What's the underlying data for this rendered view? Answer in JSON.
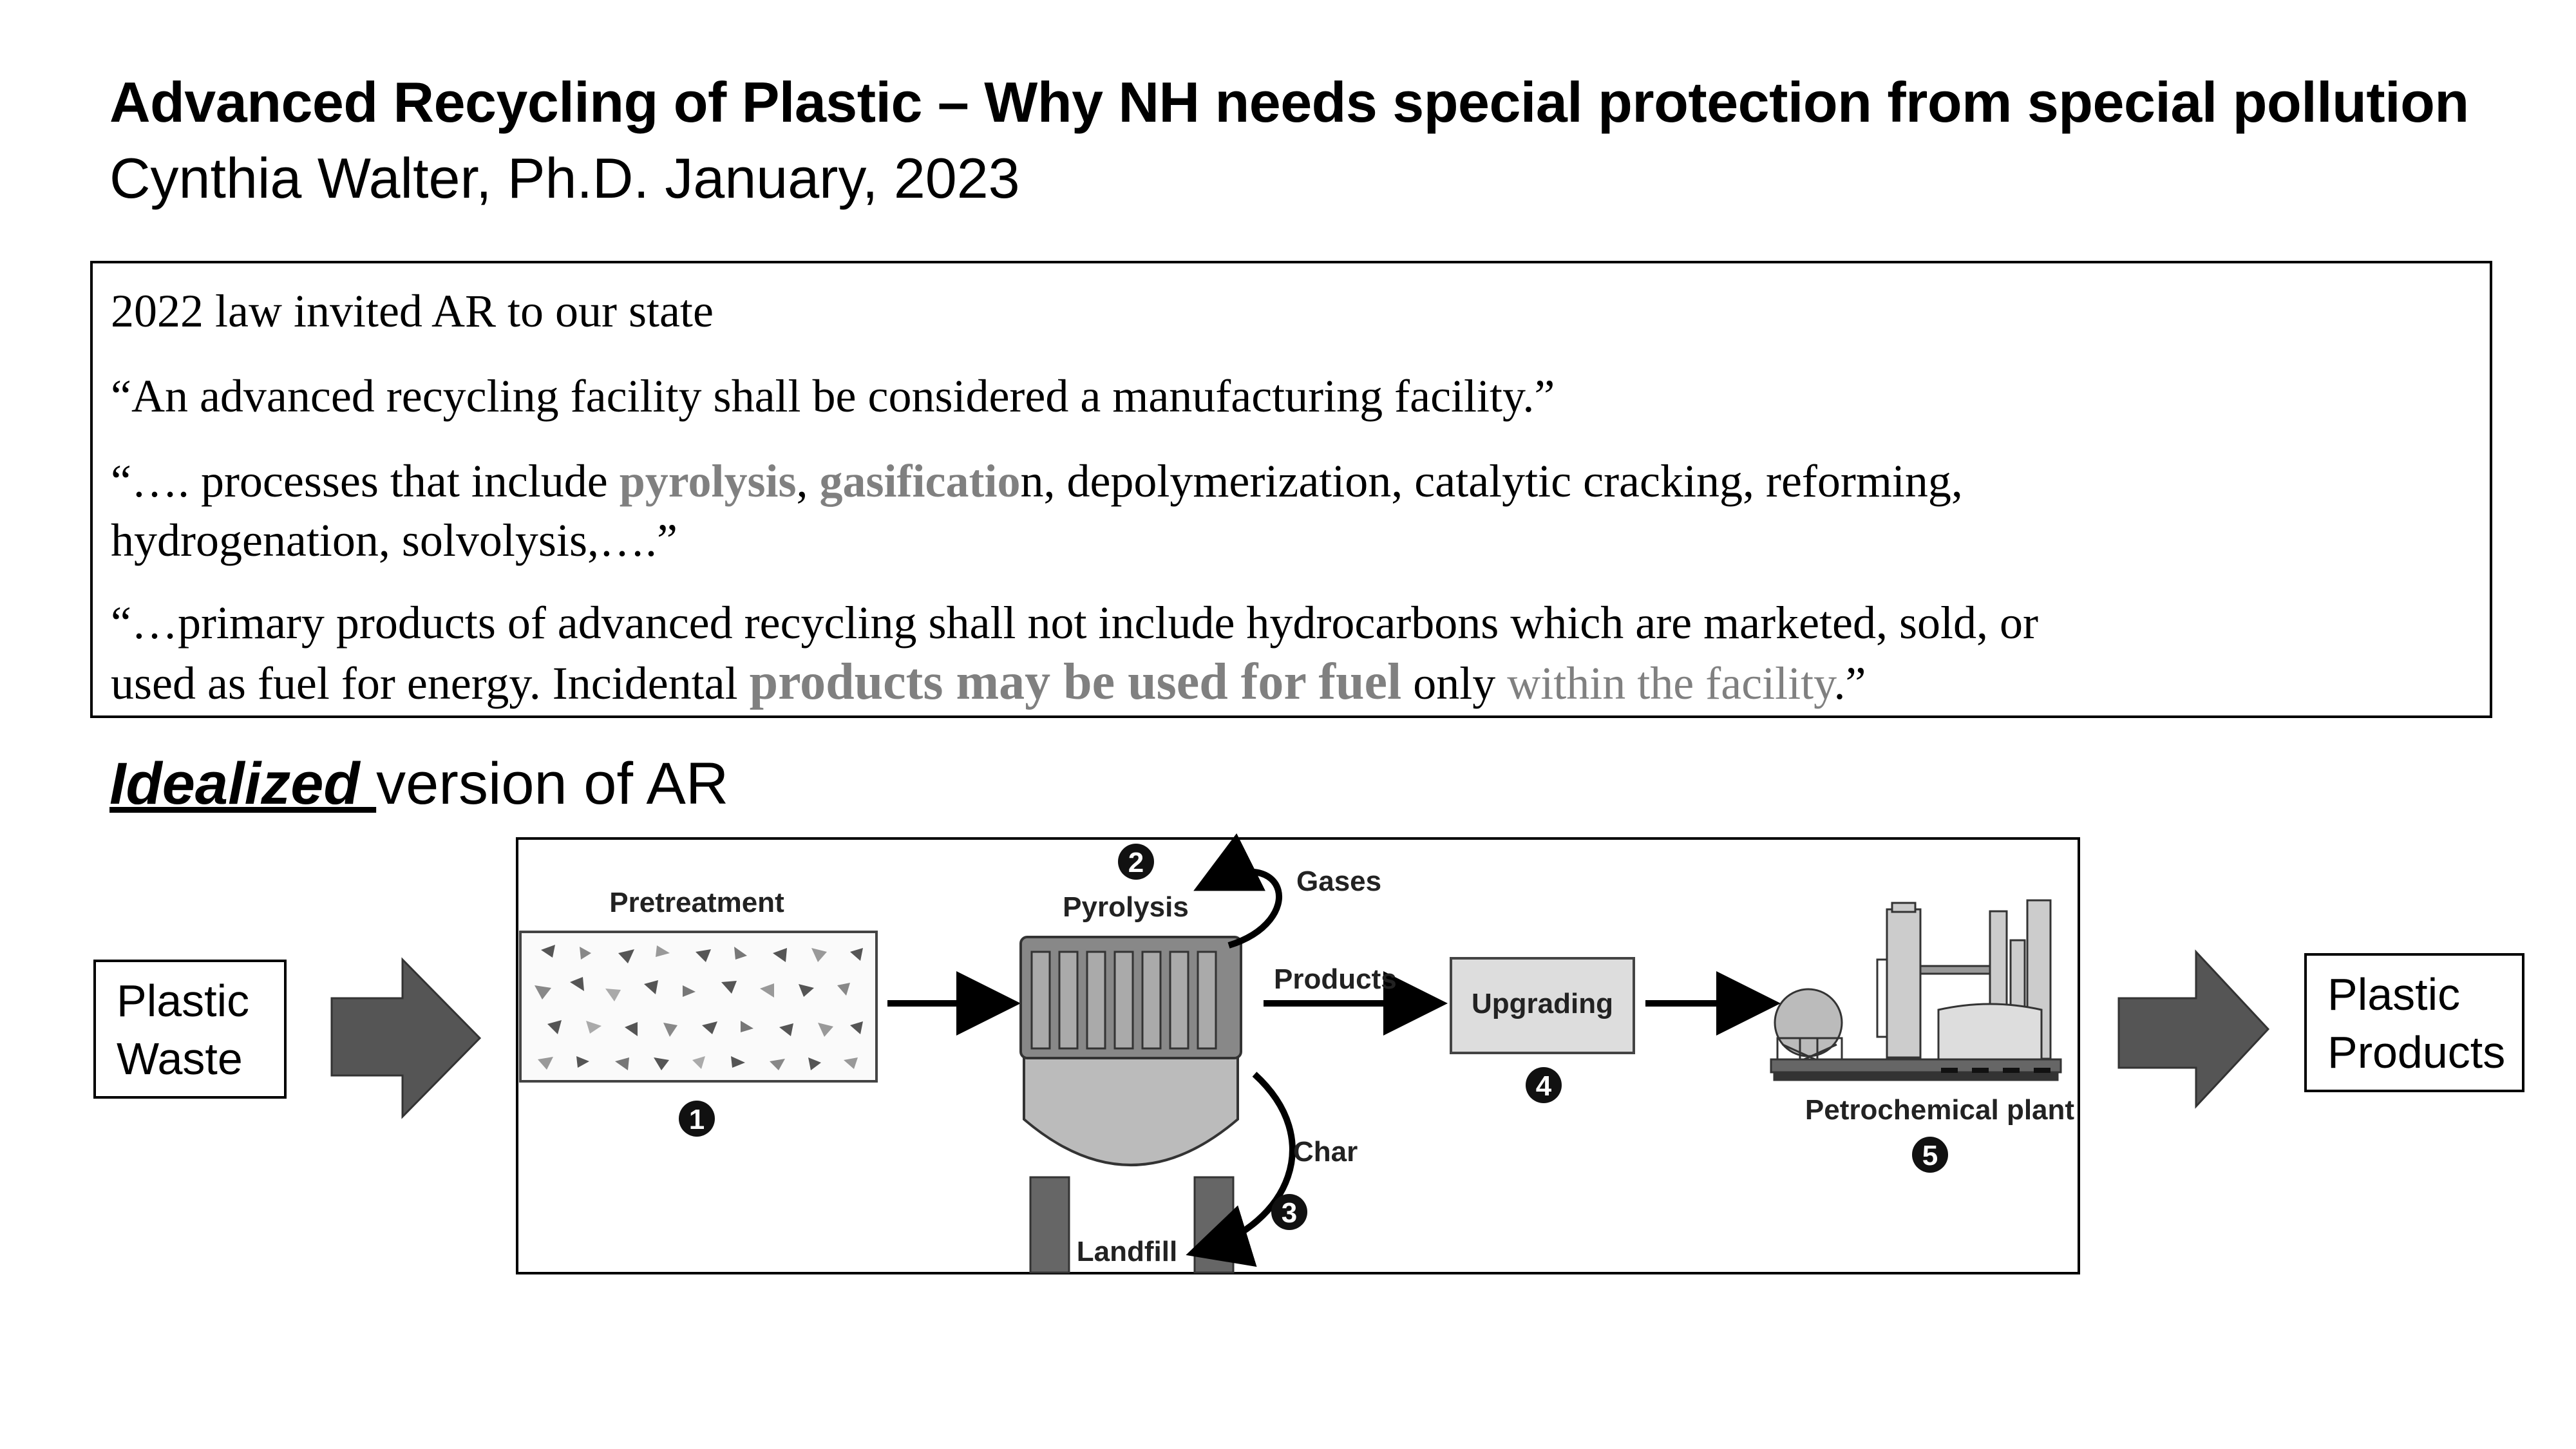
{
  "header": {
    "title": "Advanced Recycling of Plastic – Why NH needs special protection from special pollution",
    "author_date": "Cynthia Walter, Ph.D.   January, 2023"
  },
  "law": {
    "line1": "2022 law invited AR to our state",
    "line2": "“An advanced recycling facility shall be considered a manufacturing facility.”",
    "line3": {
      "a": "“…. processes that include ",
      "b": "pyrolysis",
      "c": ", ",
      "d": "gasificatio",
      "e": "n, depolymerization, catalytic cracking, reforming,",
      "f": "hydrogenation, solvolysis,….”"
    },
    "line4": {
      "a": "“…primary products of advanced recycling shall not include hydrocarbons which are marketed, sold, or",
      "b": "used as fuel for energy.  Incidental ",
      "c": "products may be used for fuel",
      "d": " only ",
      "e": "within the facility",
      "f": ".”"
    }
  },
  "section": {
    "emphasis": "Idealized ",
    "rest": "version of AR"
  },
  "left_box": {
    "line1": "Plastic",
    "line2": "Waste"
  },
  "right_box": {
    "line1": "Plastic",
    "line2": "Products"
  },
  "diagram": {
    "pretreatment": "Pretreatment",
    "pyrolysis": "Pyrolysis",
    "gases": "Gases",
    "products": "Products",
    "upgrading": "Upgrading",
    "char": "Char",
    "landfill": "Landfill",
    "petrochemical": "Petrochemical plant",
    "steps": [
      "1",
      "2",
      "3",
      "4",
      "5"
    ]
  }
}
